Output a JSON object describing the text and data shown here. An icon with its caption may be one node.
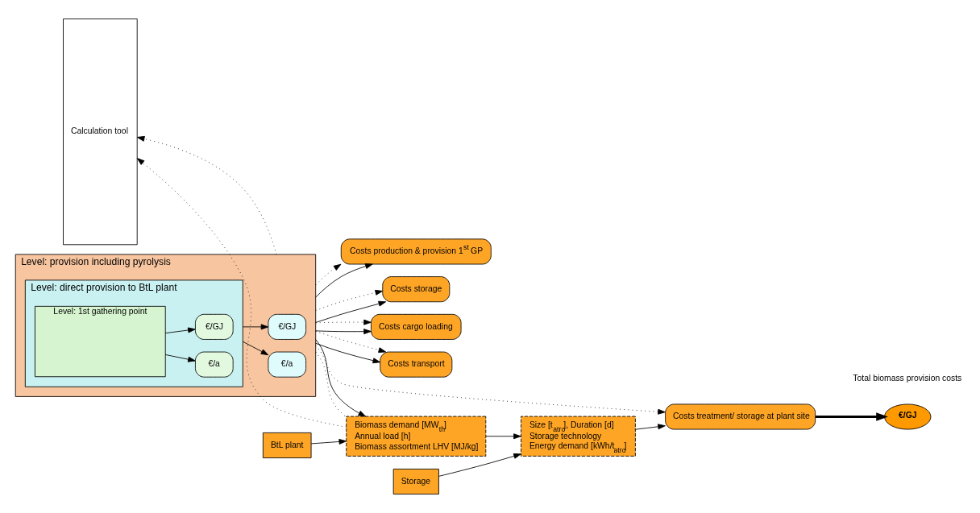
{
  "diagram": {
    "nodes": [
      {
        "text": [
          "Calculation tool"
        ]
      },
      {
        "text": [
          "Level: provision including pyrolysis"
        ]
      },
      {
        "text": [
          "Level: direct provision to BtL plant"
        ],
        "in": 1
      },
      {
        "text": [
          "Level: 1st gathering point"
        ],
        "in": 2
      },
      {
        "text": [
          "€/a"
        ],
        "in": 2
      },
      {
        "text": [
          "€/GJ"
        ],
        "in": 2
      },
      {
        "text": [
          "€/a"
        ],
        "in": 1
      },
      {
        "text": [
          "€/GJ"
        ],
        "in": 1
      },
      {
        "text": [
          "Costs production & provision 1$^{st}$ GP"
        ]
      },
      {
        "text": [
          "Costs storage"
        ]
      },
      {
        "text": [
          "Costs cargo loading"
        ]
      },
      {
        "text": [
          "Costs transport"
        ]
      },
      {
        "text": [
          "Costs treatment/ storage at plant site"
        ]
      },
      {
        "text": [
          "Storage"
        ]
      },
      {
        "text": [
          "Size [t$_{atro}$], Duration [d]",
          "Storage technology",
          "Energy demand [kWh/t$_{atro}$]"
        ]
      },
      {
        "text": [
          "Biomass demand [MW$_{th}$]",
          "Annual load [h]",
          "Biomass assortment LHV [MJ/kg]"
        ]
      },
      {
        "text": [
          "BtL plant"
        ]
      },
      {
        "text": [
          "€/GJ"
        ],
        "beside": [
          "Total biomass provision costs"
        ]
      }
    ],
    "edges": [
      {
        "from": 3,
        "to": 4,
        "arrow": "to"
      },
      {
        "from": 3,
        "to": 5,
        "arrow": "to"
      },
      {
        "from": 2,
        "to": 6,
        "arrow": "to"
      },
      {
        "from": 2,
        "to": 7,
        "arrow": "to"
      },
      {
        "from": 1,
        "to": 8,
        "arrow": "to"
      },
      {
        "from": 1,
        "to": 9,
        "arrow": "to"
      },
      {
        "from": 1,
        "to": 10,
        "arrow": "to"
      },
      {
        "from": 1,
        "to": 11,
        "arrow": "to"
      },
      {
        "from": 1,
        "to": 8,
        "arrow": "to",
        "style": "dashed"
      },
      {
        "from": 1,
        "to": 9,
        "arrow": "to",
        "style": "dashed"
      },
      {
        "from": 1,
        "to": 10,
        "arrow": "to",
        "style": "dashed"
      },
      {
        "from": 1,
        "to": 11,
        "arrow": "to",
        "style": "dashed"
      },
      {
        "from": 1,
        "to": 12,
        "arrow": "to",
        "style": "dashed"
      },
      {
        "from": 1,
        "to": 0,
        "arrow": "to",
        "style": "dashed"
      },
      {
        "from": 1,
        "to": 15,
        "arrow": "none",
        "style": "dashed"
      },
      {
        "from": 1,
        "to": 15,
        "arrow": "to"
      },
      {
        "from": 16,
        "to": 15,
        "arrow": "to"
      },
      {
        "from": 15,
        "to": 14,
        "arrow": "to"
      },
      {
        "from": 13,
        "to": 14,
        "arrow": "to"
      },
      {
        "from": 14,
        "to": 12,
        "arrow": "to"
      },
      {
        "from": 15,
        "to": 0,
        "arrow": "to",
        "style": "dashed"
      },
      {
        "from": 12,
        "to": 17,
        "arrow": "to",
        "style": "thick"
      }
    ]
  }
}
